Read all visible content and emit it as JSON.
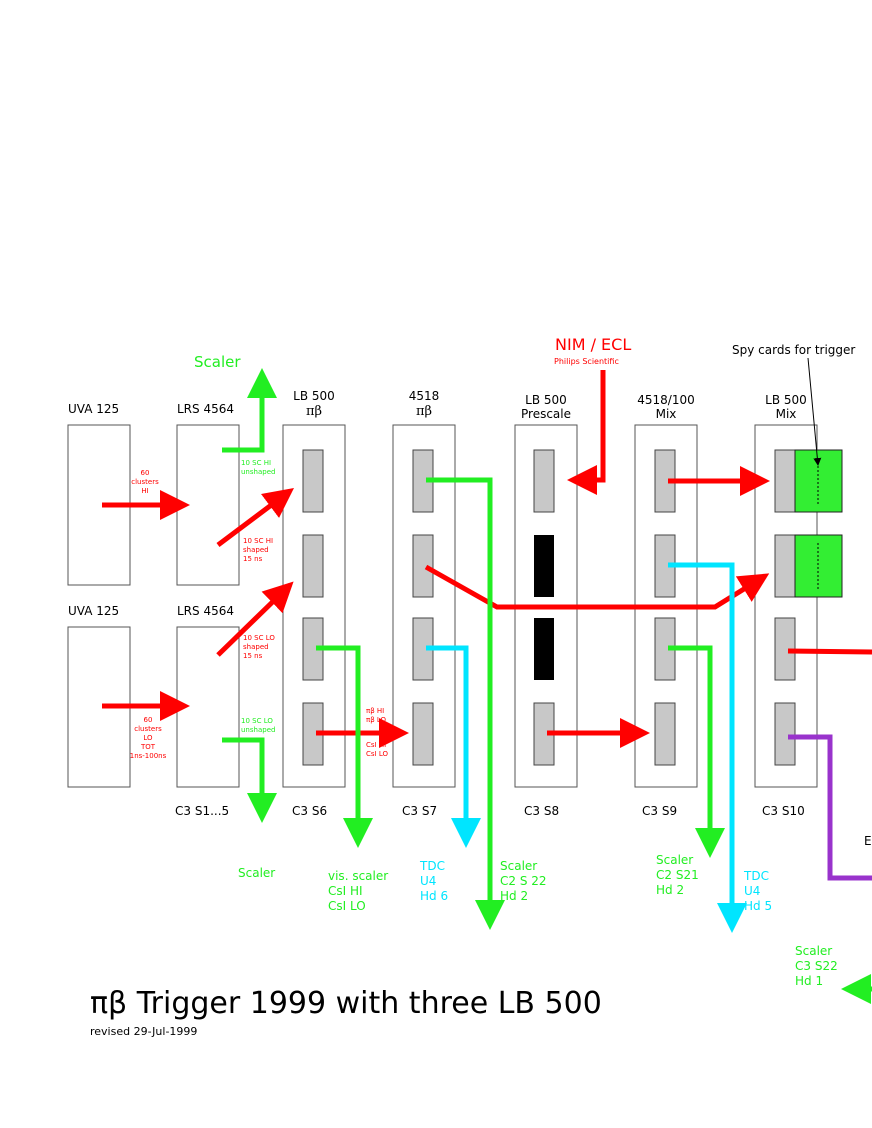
{
  "colors": {
    "red": "#ff0000",
    "green": "#22ee22",
    "cyan": "#00e5ff",
    "purple": "#9933cc",
    "slot": "#c8c8c8",
    "spy": "#33ee33"
  },
  "top_labels": {
    "scaler": "Scaler",
    "nim": "NIM / ECL",
    "philips": "Philips Scientific",
    "spy": "Spy cards for trigger"
  },
  "modules": {
    "uva1": "UVA 125",
    "lrs1": "LRS 4564",
    "uva2": "UVA 125",
    "lrs2": "LRS 4564",
    "lb1_a": "LB 500",
    "lb1_b": "πβ",
    "m4518_a": "4518",
    "m4518_b": "πβ",
    "lbp_a": "LB 500",
    "lbp_b": "Prescale",
    "mix100_a": "4518/100",
    "mix100_b": "Mix",
    "lbm_a": "LB 500",
    "lbm_b": "Mix"
  },
  "crate_labels": {
    "s15": "C3 S1...5",
    "s6": "C3 S6",
    "s7": "C3 S7",
    "s8": "C3 S8",
    "s9": "C3 S9",
    "s10": "C3 S10"
  },
  "annotations": {
    "hi1": "60",
    "hi2": "clusters",
    "hi3": "HI",
    "lo1": "60",
    "lo2": "clusters",
    "lo3": "LO",
    "lo4": "TOT",
    "lo5": "1ns-100ns",
    "schu1": "10 SC HI",
    "schu2": "unshaped",
    "schs1": "10 SC HI",
    "schs2": "shaped",
    "schs3": "15 ns",
    "scls1": "10 SC LO",
    "scls2": "shaped",
    "scls3": "15 ns",
    "sclu1": "10 SC LO",
    "sclu2": "unshaped",
    "pbhi": "πβ HI",
    "pblo": "πβ LO",
    "cshi": "CsI HI",
    "cslo": "CsI LO"
  },
  "outputs": {
    "scaler_bottom": "Scaler",
    "vis1": "vis. scaler",
    "vis2": "CsI HI",
    "vis3": "CsI LO",
    "tdc6_1": "TDC",
    "tdc6_2": "U4",
    "tdc6_3": "Hd 6",
    "sc22_1": "Scaler",
    "sc22_2": "C2 S 22",
    "sc22_3": "Hd 2",
    "sc21_1": "Scaler",
    "sc21_2": "C2 S21",
    "sc21_3": "Hd 2",
    "tdc5_1": "TDC",
    "tdc5_2": "U4",
    "tdc5_3": "Hd 5",
    "c3s22_1": "Scaler",
    "c3s22_2": "C3 S22",
    "c3s22_3": "Hd 1",
    "edge_e": "E"
  },
  "title": {
    "main": "πβ Trigger 1999 with three LB 500",
    "revised": "revised 29-Jul-1999"
  }
}
